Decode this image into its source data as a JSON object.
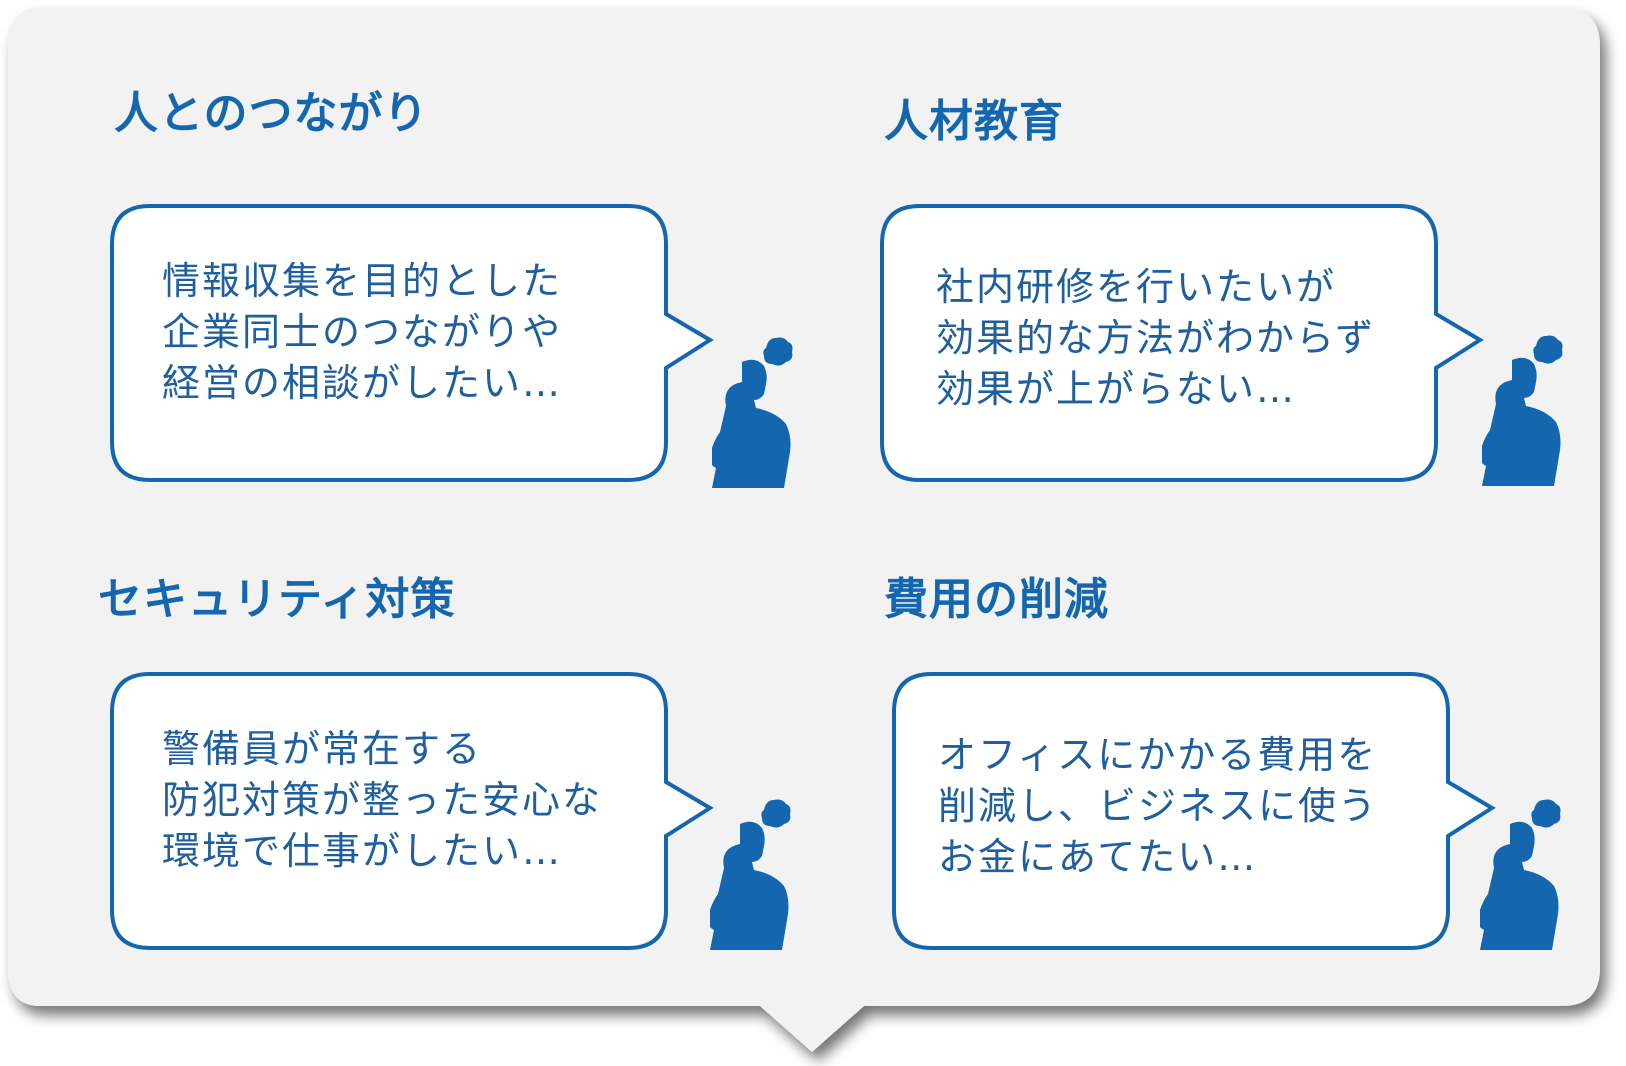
{
  "colors": {
    "accent": "#1467ae",
    "text": "#1f5f9e",
    "panel_bg": "#f2f2f2",
    "bubble_bg": "#ffffff",
    "outline": "#1467ae"
  },
  "icons": {
    "person": "thinking-person-silhouette-icon",
    "thought": "thought-bubble-icon"
  },
  "sections": [
    {
      "title": "人とのつながり",
      "lines": [
        "情報収集を目的とした",
        "企業同士のつながりや",
        "経営の相談がしたい…"
      ]
    },
    {
      "title": "人材教育",
      "lines": [
        "社内研修を行いたいが",
        "効果的な方法がわからず",
        "効果が上がらない…"
      ]
    },
    {
      "title": "セキュリティ対策",
      "lines": [
        "警備員が常在する",
        "防犯対策が整った安心な",
        "環境で仕事がしたい…"
      ]
    },
    {
      "title": "費用の削減",
      "lines": [
        "オフィスにかかる費用を",
        "削減し、ビジネスに使う",
        "お金にあてたい…"
      ]
    }
  ]
}
